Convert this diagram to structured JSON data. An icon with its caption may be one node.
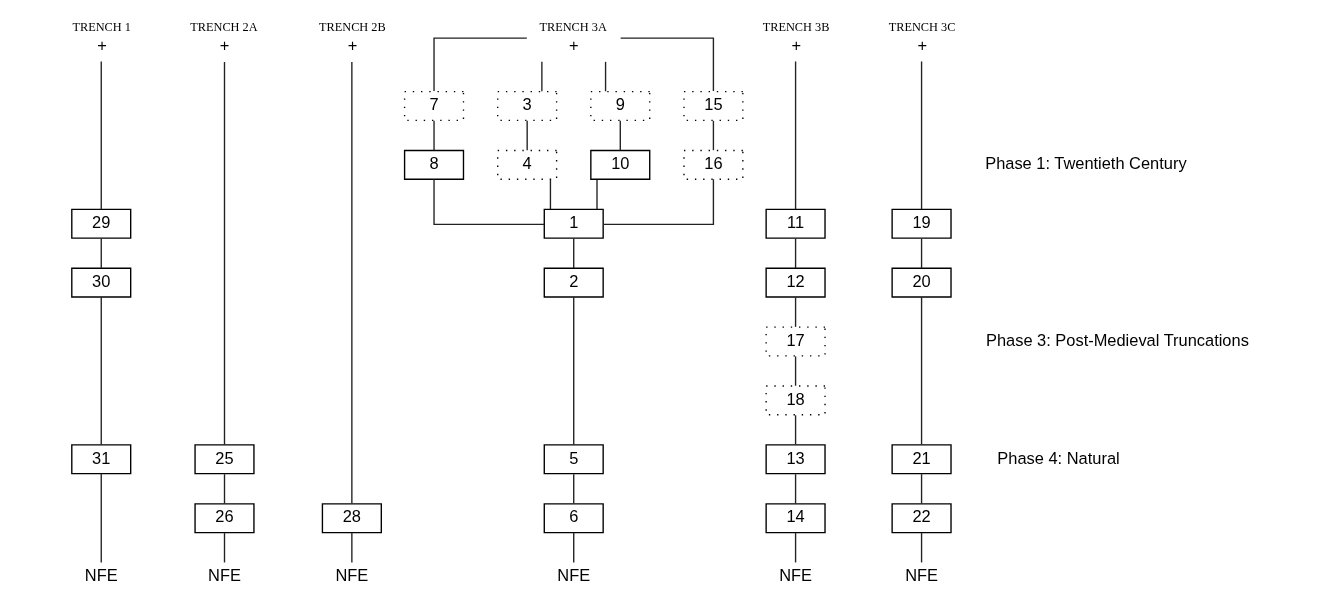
{
  "diagram": {
    "nodes": [
      {
        "text": [
          "+"
        ],
        "beside": [
          "TRENCH 1"
        ]
      },
      {
        "text": [
          "29"
        ]
      },
      {
        "text": [
          "30"
        ]
      },
      {
        "text": [
          "31"
        ]
      },
      {
        "text": [
          "NFE"
        ]
      },
      {
        "text": [
          "+"
        ],
        "beside": [
          "TRENCH 2A"
        ]
      },
      {
        "text": [
          "25"
        ]
      },
      {
        "text": [
          "26"
        ]
      },
      {
        "text": [
          "NFE"
        ]
      },
      {
        "text": [
          "+"
        ],
        "beside": [
          "TRENCH 2B"
        ]
      },
      {
        "text": [
          "28"
        ]
      },
      {
        "text": [
          "NFE"
        ]
      },
      {
        "text": [
          "+"
        ],
        "beside": [
          "TRENCH 3A"
        ]
      },
      {
        "text": [
          "7"
        ]
      },
      {
        "text": [
          "8"
        ]
      },
      {
        "text": [
          "3"
        ]
      },
      {
        "text": [
          "4"
        ]
      },
      {
        "text": [
          "9"
        ]
      },
      {
        "text": [
          "10"
        ]
      },
      {
        "text": [
          "15"
        ]
      },
      {
        "text": [
          "16"
        ]
      },
      {
        "text": [
          "1"
        ]
      },
      {
        "text": [
          "2"
        ]
      },
      {
        "text": [
          "5"
        ]
      },
      {
        "text": [
          "6"
        ]
      },
      {
        "text": [
          "NFE"
        ]
      },
      {
        "text": [
          "+"
        ],
        "beside": [
          "TRENCH 3B"
        ]
      },
      {
        "text": [
          "11"
        ]
      },
      {
        "text": [
          "12"
        ]
      },
      {
        "text": [
          "17"
        ]
      },
      {
        "text": [
          "18"
        ]
      },
      {
        "text": [
          "13"
        ]
      },
      {
        "text": [
          "14"
        ]
      },
      {
        "text": [
          "NFE"
        ]
      },
      {
        "text": [
          "+"
        ],
        "beside": [
          "TRENCH 3C"
        ]
      },
      {
        "text": [
          "19"
        ]
      },
      {
        "text": [
          "20"
        ]
      },
      {
        "text": [
          "21"
        ]
      },
      {
        "text": [
          "22"
        ]
      },
      {
        "text": [
          "NFE"
        ]
      }
    ],
    "edges": [
      {
        "from": 0,
        "to": 1,
        "arrow": "none"
      },
      {
        "from": 1,
        "to": 2,
        "arrow": "none"
      },
      {
        "from": 2,
        "to": 3,
        "arrow": "none"
      },
      {
        "from": 3,
        "to": 4,
        "arrow": "none"
      },
      {
        "from": 5,
        "to": 6,
        "arrow": "none"
      },
      {
        "from": 6,
        "to": 7,
        "arrow": "none"
      },
      {
        "from": 7,
        "to": 8,
        "arrow": "none"
      },
      {
        "from": 9,
        "to": 10,
        "arrow": "none"
      },
      {
        "from": 10,
        "to": 11,
        "arrow": "none"
      },
      {
        "from": 12,
        "to": 13,
        "arrow": "none"
      },
      {
        "from": 12,
        "to": 15,
        "arrow": "none"
      },
      {
        "from": 12,
        "to": 17,
        "arrow": "none"
      },
      {
        "from": 12,
        "to": 19,
        "arrow": "none"
      },
      {
        "from": 13,
        "to": 14,
        "arrow": "none"
      },
      {
        "from": 15,
        "to": 16,
        "arrow": "none"
      },
      {
        "from": 17,
        "to": 18,
        "arrow": "none"
      },
      {
        "from": 19,
        "to": 20,
        "arrow": "none"
      },
      {
        "from": 14,
        "to": 21,
        "arrow": "none"
      },
      {
        "from": 16,
        "to": 21,
        "arrow": "none"
      },
      {
        "from": 18,
        "to": 21,
        "arrow": "none"
      },
      {
        "from": 20,
        "to": 21,
        "arrow": "none"
      },
      {
        "from": 21,
        "to": 22,
        "arrow": "none"
      },
      {
        "from": 22,
        "to": 23,
        "arrow": "none"
      },
      {
        "from": 23,
        "to": 24,
        "arrow": "none"
      },
      {
        "from": 24,
        "to": 25,
        "arrow": "none"
      },
      {
        "from": 26,
        "to": 27,
        "arrow": "none"
      },
      {
        "from": 27,
        "to": 28,
        "arrow": "none"
      },
      {
        "from": 28,
        "to": 29,
        "arrow": "none"
      },
      {
        "from": 29,
        "to": 30,
        "arrow": "none"
      },
      {
        "from": 30,
        "to": 31,
        "arrow": "none"
      },
      {
        "from": 31,
        "to": 32,
        "arrow": "none"
      },
      {
        "from": 32,
        "to": 33,
        "arrow": "none"
      },
      {
        "from": 34,
        "to": 35,
        "arrow": "none"
      },
      {
        "from": 35,
        "to": 36,
        "arrow": "none"
      },
      {
        "from": 36,
        "to": 37,
        "arrow": "none"
      },
      {
        "from": 37,
        "to": 38,
        "arrow": "none"
      },
      {
        "from": 38,
        "to": 39,
        "arrow": "none"
      }
    ],
    "labels": [
      "Phase 1: Twentieth Century",
      "Phase 3: Post-Medieval Truncations",
      "Phase 4: Natural"
    ]
  }
}
